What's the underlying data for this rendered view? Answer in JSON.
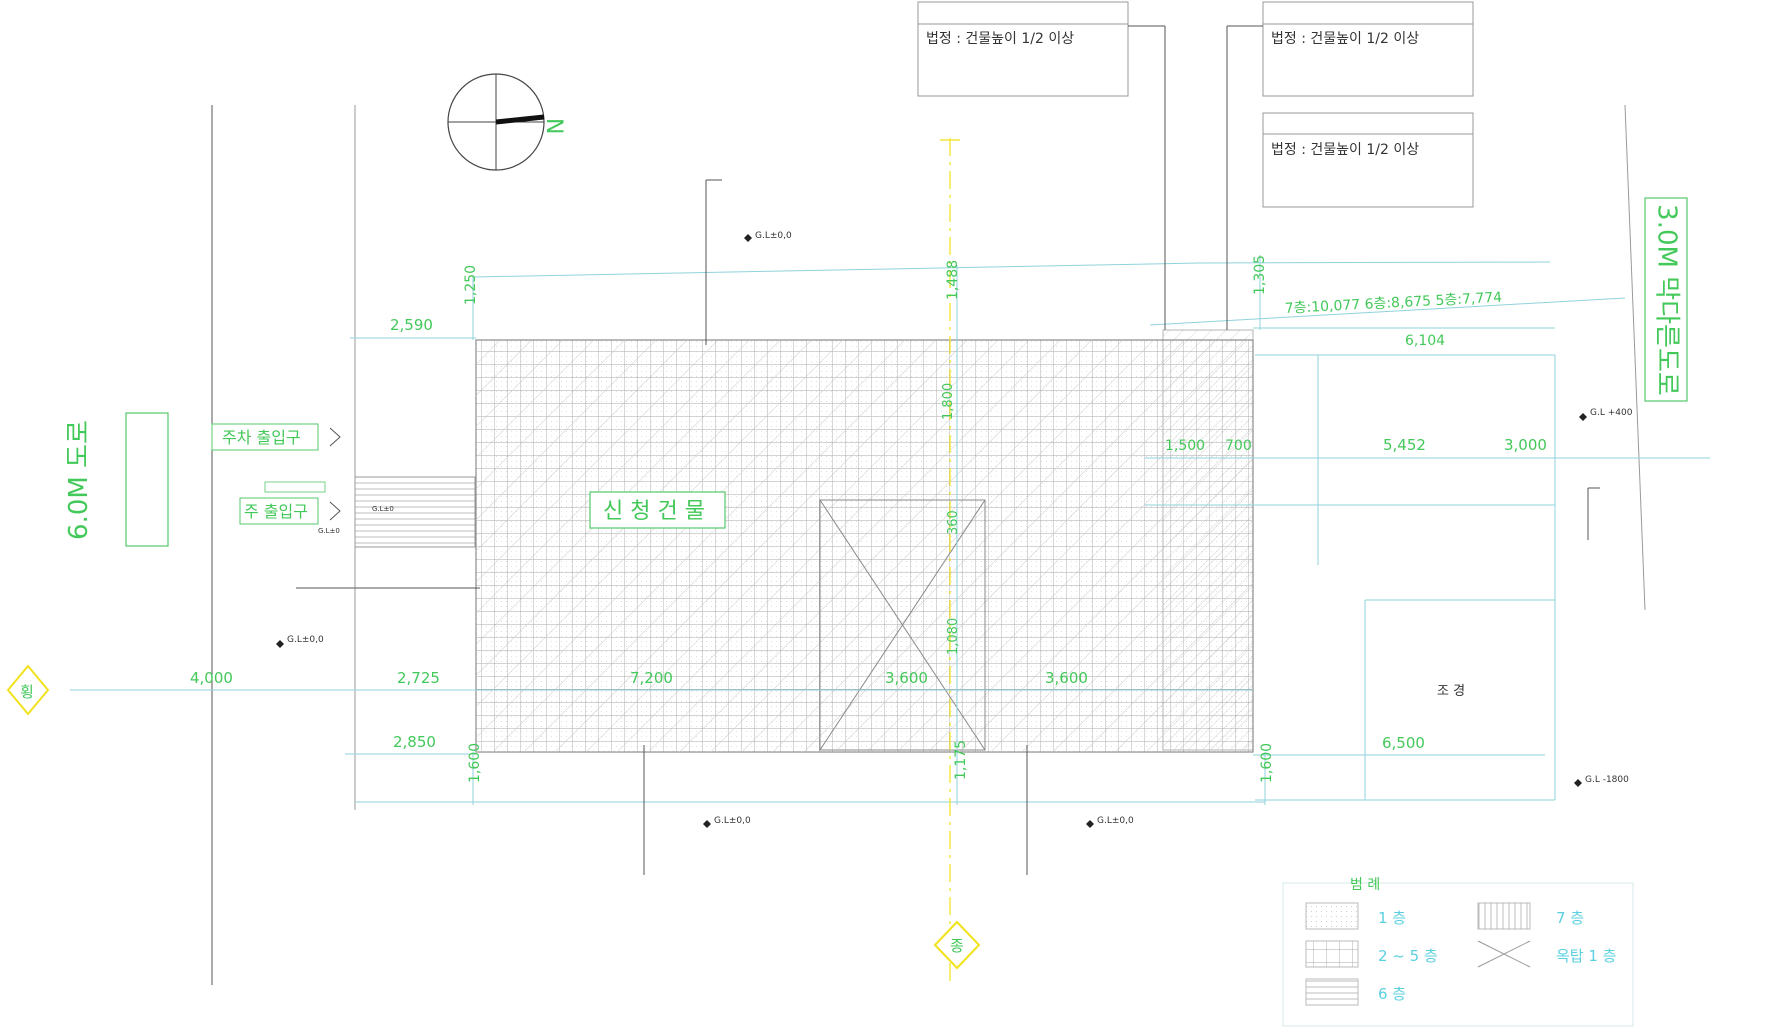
{
  "colors": {
    "building_grid": "#b9b9b9",
    "dimension": "#5bd0e0",
    "label_green": "#43c85a",
    "accent_yellow": "#f2e21c",
    "text_dark": "#333333"
  },
  "building": {
    "label": "신 청 건 물"
  },
  "roads": {
    "left": "6.0M 도로",
    "right": "3.0M 막다른도로"
  },
  "entrances": {
    "parking": "주차 출입구",
    "main": "주 출입구"
  },
  "setback_notes": [
    {
      "title": "",
      "line1": "법정 : 건물높이 1/2 이상",
      "line2": "",
      "line3": ""
    },
    {
      "title": "",
      "line1": "법정 : 건물높이 1/2 이상",
      "line2": "",
      "line3": ""
    },
    {
      "title": "",
      "line1": "법정 : 건물높이 1/2 이상",
      "line2": "",
      "line3": ""
    }
  ],
  "grade_levels": {
    "gl0_a": "G.L±0,0",
    "gl0_b": "G.L±0,0",
    "gl0_c": "G.L±0,0",
    "gl0_d": "G.L±0,0",
    "gl400": "G.L +400",
    "gl_minus": "G.L -1800",
    "small_a": "G.L±0",
    "small_b": "G.L±0"
  },
  "dimensions": {
    "d2590": "2,590",
    "d1250": "1,250",
    "d1488": "1,488",
    "d1305": "1,305",
    "d_floors": "7층:10,077 6층:8,675  5층:7,774",
    "d6104": "6,104",
    "d1500": "1,500",
    "d700": "700",
    "d5452": "5,452",
    "d3000": "3,000",
    "d4000": "4,000",
    "d2725": "2,725",
    "d7200": "7,200",
    "d3600a": "3,600",
    "d3600b": "3,600",
    "d2850": "2,850",
    "d6500": "6,500",
    "d1600a": "1,600",
    "d1600b": "1,600",
    "d1175": "1,175",
    "d1800": "1,800",
    "d360": "360",
    "d1080": "1,080"
  },
  "landscape": "조  경",
  "markers": {
    "left": "횡",
    "bottom": "종"
  },
  "compass": {
    "label": "N"
  },
  "legend": {
    "title": "범  례",
    "items": [
      {
        "label": "1     층"
      },
      {
        "label": "2 ~ 5  층"
      },
      {
        "label": "6     층"
      },
      {
        "label": "7     층"
      },
      {
        "label": "옥탑 1 층"
      }
    ]
  }
}
